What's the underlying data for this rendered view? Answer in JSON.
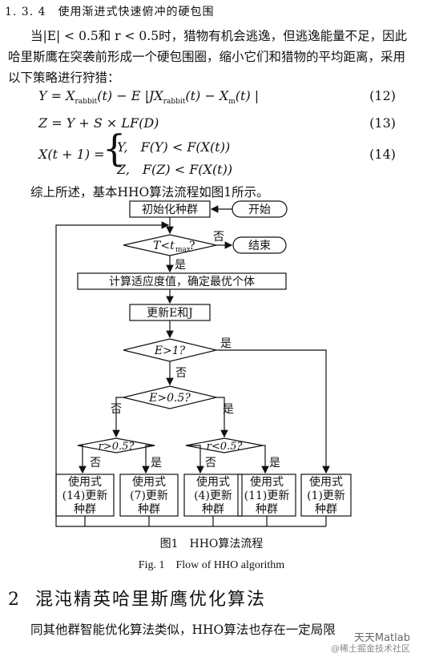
{
  "section_title": "1. 3. 4　使用渐进式快速俯冲的硬包围",
  "para1": "当|E| < 0.5和 r < 0.5时，猎物有机会逃逸，但逃逸能量不足，因此哈里斯鹰在突袭前形成一个硬包围圈，缩小它们和猎物的平均距离，采用以下策略进行狩猎：",
  "equations": {
    "eq12": {
      "number": "(12)"
    },
    "eq13": {
      "text": "Z = Y + S × LF(D)",
      "number": "(13)"
    },
    "eq14": {
      "lhs": "X(t + 1) =",
      "case1": "Y,　F(Y) < F(X(t))",
      "case2": "Z,　F(Z) < F(X(t))",
      "number": "(14)"
    }
  },
  "para2": "综上所述，基本HHO算法流程如图1所示。",
  "flowchart": {
    "init": "初始化种群",
    "start": "开始",
    "cond_t": "T<t",
    "cond_t_sub": "max",
    "cond_t_q": "?",
    "no_label": "否",
    "yes_label": "是",
    "end": "结束",
    "fitness": "计算适应度值，确定最优个体",
    "update": "更新E和J",
    "cond_e1": "E>1?",
    "cond_e05": "E>0.5?",
    "cond_r_gt": "r>0.5?",
    "cond_r_lt": "r<0.5?",
    "box1_l1": "使用式",
    "box1_l2": "(14)更新",
    "box1_l3": "种群",
    "box2_l1": "使用式",
    "box2_l2": "(7)更新",
    "box2_l3": "种群",
    "box3_l1": "使用式",
    "box3_l2": "(4)更新",
    "box3_l3": "种群",
    "box4_l1": "使用式",
    "box4_l2": "(11)更新",
    "box4_l3": "种群",
    "box5_l1": "使用式",
    "box5_l2": "(1)更新",
    "box5_l3": "种群"
  },
  "caption_cn": "图1　HHO算法流程",
  "caption_en": "Fig. 1　Flow of HHO algorithm",
  "heading2_num": "2",
  "heading2_text": "混沌精英哈里斯鹰优化算法",
  "para3": "同其他群智能优化算法类似，HHO算法也存在一定局限",
  "watermark_line1": "天天Matlab",
  "watermark_line2": "@稀土掘金技术社区"
}
